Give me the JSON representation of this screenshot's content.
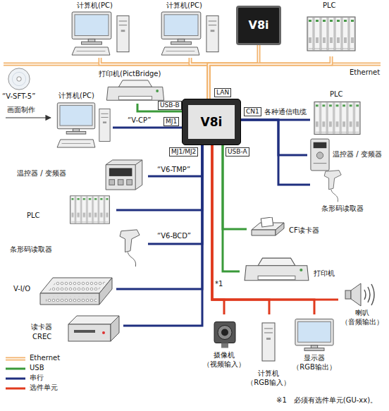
{
  "diagram": {
    "nodes": [
      {
        "text": [
          "计算机(PC)"
        ]
      },
      {
        "text": [
          "计算机(PC)"
        ]
      },
      {
        "text": [
          "V8i"
        ]
      },
      {
        "text": [
          "PLC"
        ]
      },
      {
        "text": [
          "打印机(PictBridge)"
        ]
      },
      {
        "text": [
          "计算机(PC)"
        ]
      },
      {
        "text": [
          "V8i"
        ]
      },
      {
        "text": [
          "温控器 / 变频器"
        ]
      },
      {
        "text": [
          "PLC"
        ]
      },
      {
        "text": [
          "条形码读取器"
        ]
      },
      {
        "text": [
          "V-I/O"
        ]
      },
      {
        "text": [
          "读卡器",
          "CREC"
        ]
      },
      {
        "text": [
          "PLC"
        ]
      },
      {
        "text": [
          "温控器 / 变频器"
        ]
      },
      {
        "text": [
          "条形码读取器"
        ]
      },
      {
        "text": [
          "CF读卡器"
        ]
      },
      {
        "text": [
          "打印机"
        ]
      },
      {
        "text": [
          "喇叭 （音频输出）"
        ]
      },
      {
        "text": [
          "摄像机 （视频输入）"
        ]
      },
      {
        "text": [
          "计算机 （RGB输入）"
        ]
      },
      {
        "text": [
          "显示器 （RGB输出）"
        ]
      }
    ],
    "edges": [
      {
        "from": 6,
        "to": 0,
        "arrow": "none"
      },
      {
        "from": 6,
        "to": 1,
        "arrow": "none"
      },
      {
        "from": 6,
        "to": 2,
        "arrow": "none"
      },
      {
        "from": 6,
        "to": 3,
        "arrow": "none"
      },
      {
        "from": 4,
        "to": 6,
        "arrow": "none"
      },
      {
        "from": 5,
        "to": 6,
        "label": "“V-CP”",
        "arrow": "none"
      },
      {
        "from": 6,
        "to": 7,
        "label": "“V6-TMP”",
        "arrow": "none"
      },
      {
        "from": 6,
        "to": 8,
        "arrow": "none"
      },
      {
        "from": 6,
        "to": 9,
        "label": "“V6-BCD”",
        "arrow": "none"
      },
      {
        "from": 6,
        "to": 10,
        "arrow": "none"
      },
      {
        "from": 6,
        "to": 11,
        "arrow": "none"
      },
      {
        "from": 6,
        "to": 12,
        "label": "各种通信电缆",
        "arrow": "none"
      },
      {
        "from": 6,
        "to": 13,
        "arrow": "none"
      },
      {
        "from": 6,
        "to": 14,
        "arrow": "none"
      },
      {
        "from": 6,
        "to": 15,
        "arrow": "none"
      },
      {
        "from": 6,
        "to": 16,
        "arrow": "none"
      },
      {
        "from": 6,
        "to": 17,
        "arrow": "none"
      },
      {
        "from": 6,
        "to": 18,
        "arrow": "none"
      },
      {
        "from": 6,
        "to": 19,
        "arrow": "none"
      },
      {
        "from": 6,
        "to": 20,
        "arrow": "none"
      }
    ],
    "labels": [
      "“V-SFT-5”",
      "画面制作",
      "Ethernet",
      "LAN",
      "USB-B",
      "MJ1",
      "CN1",
      "MJ1/MJ2",
      "USB-A",
      "*1",
      "※1　必须有选件单元(GU-xx)。"
    ],
    "legend": [
      {
        "text": "Ethernet"
      },
      {
        "text": "USB"
      },
      {
        "text": "串行"
      },
      {
        "text": "选件单元"
      }
    ]
  }
}
